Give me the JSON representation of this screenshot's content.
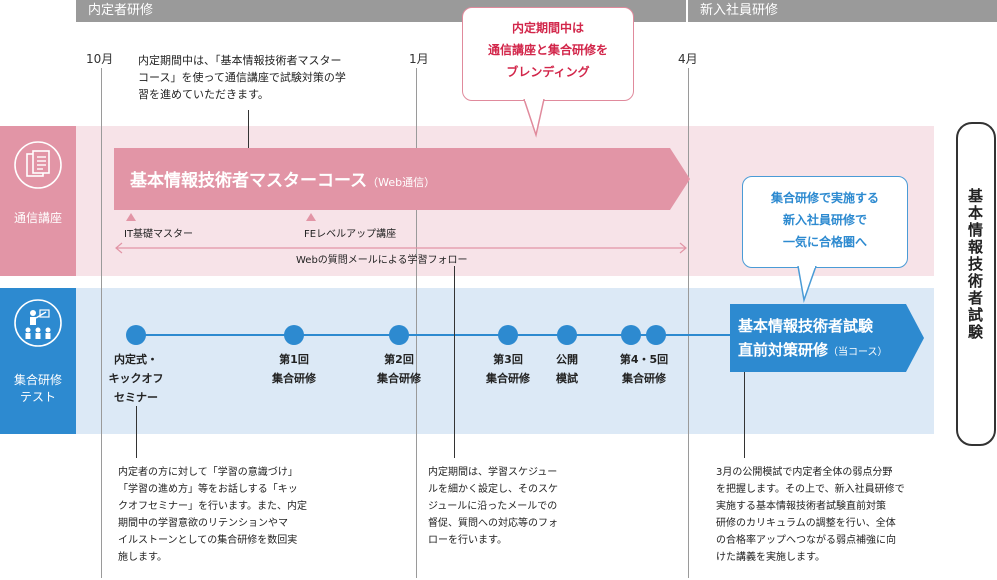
{
  "phases": {
    "left": "内定者研修",
    "right": "新入社員研修"
  },
  "months": [
    "10月",
    "1月",
    "4月"
  ],
  "intro_note": [
    "内定期間中は、「基本情報技術者マスター",
    "コース」を使って通信講座で試験対策の学",
    "習を進めていただきます。"
  ],
  "blend_callout": [
    "内定期間中は",
    "通信講座と集合研修を",
    "ブレンディング"
  ],
  "row1": {
    "label": "通信講座",
    "icon": "document-icon"
  },
  "row2": {
    "label": [
      "集合研修",
      "テスト"
    ],
    "icon": "seminar-icon"
  },
  "course_arrow": {
    "title": "基本情報技術者マスターコース",
    "sub": "（Web通信）"
  },
  "markers": [
    "IT基礎マスター",
    "FEレベルアップ講座"
  ],
  "web_follow": "Webの質問メールによる学習フォロー",
  "blue_callout": [
    "集合研修で実施する",
    "新入社員研修で",
    "一気に合格圏へ"
  ],
  "events": [
    {
      "label": [
        "内定式・",
        "キックオフ",
        "セミナー"
      ]
    },
    {
      "label": [
        "第1回",
        "集合研修"
      ]
    },
    {
      "label": [
        "第2回",
        "集合研修"
      ]
    },
    {
      "label": [
        "第3回",
        "集合研修"
      ]
    },
    {
      "label": [
        "公開",
        "模試"
      ]
    },
    {
      "label": [
        "第4・5回",
        "集合研修"
      ]
    }
  ],
  "final_arrow": {
    "line1": "基本情報技術者試験",
    "line2": "直前対策研修",
    "sub": "（当コース）"
  },
  "exam": "基本情報技術者試験",
  "note_left": [
    "内定者の方に対して「学習の意識づけ」",
    "「学習の進め方」等をお話しする「キッ",
    "クオフセミナー」を行います。また、内定",
    "期間中の学習意欲のリテンションやマ",
    "イルストーンとしての集合研修を数回実",
    "施します。"
  ],
  "note_mid": [
    "内定期間は、学習スケジュー",
    "ルを細かく設定し、そのスケ",
    "ジュールに沿ったメールでの",
    "督促、質問への対応等のフォ",
    "ローを行います。"
  ],
  "note_right": [
    "3月の公開模試で内定者全体の弱点分野",
    "を把握します。その上で、新入社員研修で",
    "実施する基本情報技術者試験直前対策",
    "研修のカリキュラムの調整を行い、全体",
    "の合格率アップへつながる弱点補強に向",
    "けた講義を実施します。"
  ],
  "colors": {
    "pink": "#e295a6",
    "pink_band": "#f7e3e8",
    "blue": "#2d8ad0",
    "blue_band": "#dce9f6",
    "gray": "#9a9a9a"
  }
}
